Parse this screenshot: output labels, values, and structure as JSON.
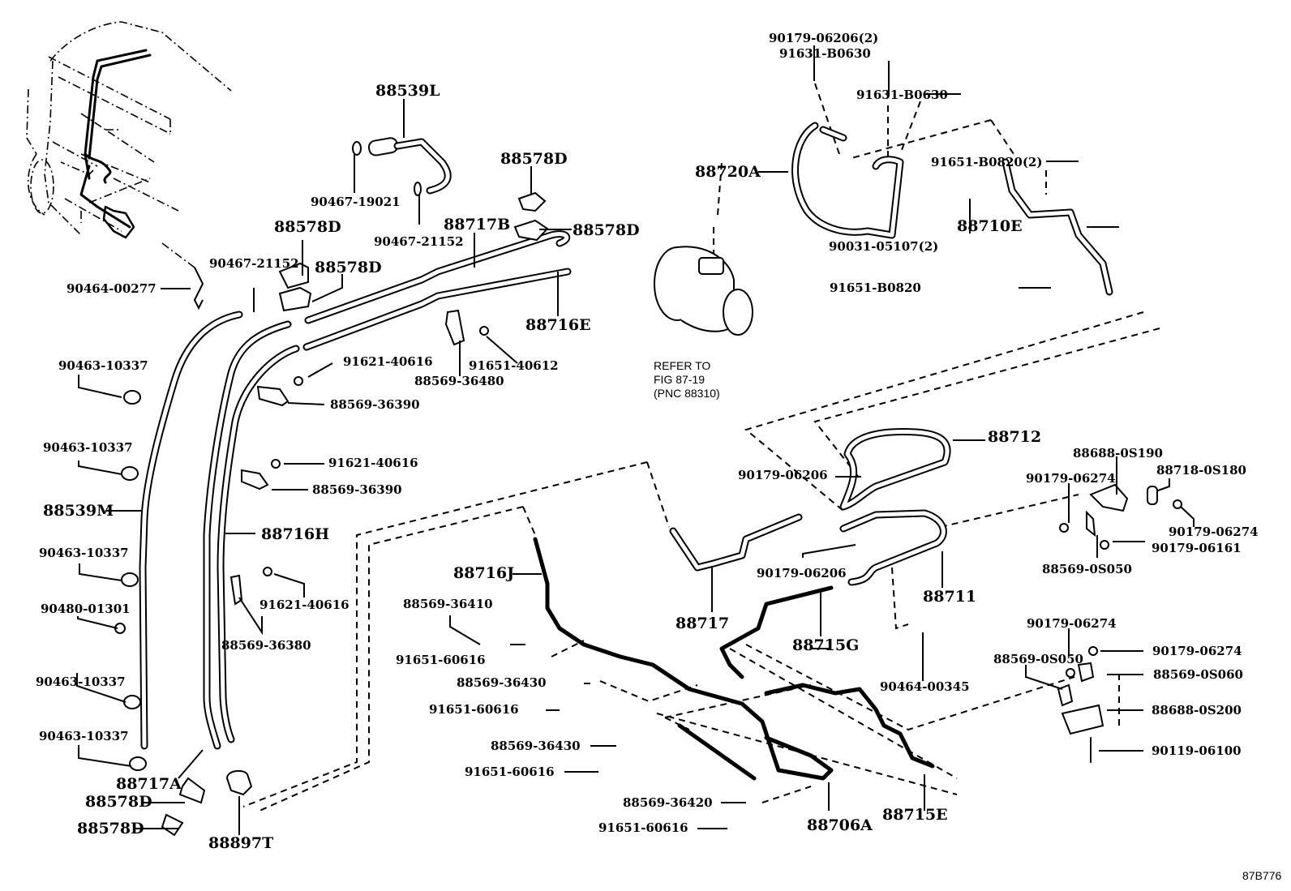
{
  "diagram": {
    "title": "Air conditioner tube & hose parts diagram",
    "figure_id": "87B776",
    "line_color": "#000000",
    "background": "#ffffff",
    "note": {
      "line1": "REFER TO",
      "line2": "FIG 87-19",
      "line3": "(PNC 88310)"
    },
    "labels": {
      "p88539L": "88539L",
      "p90467_19021": "90467-19021",
      "p90467_21152a": "90467-21152",
      "p88578D_a": "88578D",
      "p88717B": "88717B",
      "p88578D_b": "88578D",
      "p88578D_c": "88578D",
      "p90467_21152b": "90467-21152",
      "p88578D_d": "88578D",
      "p90464_00277": "90464-00277",
      "p88716E": "88716E",
      "p90463_10337a": "90463-10337",
      "p91621_40616a": "91621-40616",
      "p91651_40612": "91651-40612",
      "p88569_36480": "88569-36480",
      "p88569_36390a": "88569-36390",
      "p90463_10337b": "90463-10337",
      "p91621_40616b": "91621-40616",
      "p88569_36390b": "88569-36390",
      "p88539M": "88539M",
      "p88716H": "88716H",
      "p90463_10337c": "90463-10337",
      "p90480_01301": "90480-01301",
      "p91621_40616c": "91621-40616",
      "p88569_36380": "88569-36380",
      "p90463_10337d": "90463-10337",
      "p90463_10337e": "90463-10337",
      "p88717A": "88717A",
      "p88578D_e": "88578D",
      "p88578D_f": "88578D",
      "p88897T": "88897T",
      "p88716J": "88716J",
      "p88569_36410": "88569-36410",
      "p91651_60616a": "91651-60616",
      "p88569_36430a": "88569-36430",
      "p91651_60616b": "91651-60616",
      "p88569_36430b": "88569-36430",
      "p91651_60616c": "91651-60616",
      "p88569_36420": "88569-36420",
      "p91651_60616d": "91651-60616",
      "p88706A": "88706A",
      "p88715E": "88715E",
      "p90179_06206_2": "90179-06206(2)",
      "p91631_B0630a": "91631-B0630",
      "p91631_B0630b": "91631-B0630",
      "p88720A": "88720A",
      "p91651_B0820_2": "91651-B0820(2)",
      "p88710E": "88710E",
      "p90031_05107_2": "90031-05107(2)",
      "p91651_B0820": "91651-B0820",
      "p88712": "88712",
      "p90179_06206a": "90179-06206",
      "p90179_06206b": "90179-06206",
      "p88717": "88717",
      "p88711": "88711",
      "p88715G": "88715G",
      "p90464_00345": "90464-00345",
      "p88688_0S190": "88688-0S190",
      "p88718_0S180": "88718-0S180",
      "p90179_06274a": "90179-06274",
      "p90179_06274b": "90179-06274",
      "p90179_06161": "90179-06161",
      "p88569_0S050a": "88569-0S050",
      "p90179_06274c": "90179-06274",
      "p90179_06274d": "90179-06274",
      "p88569_0S050b": "88569-0S050",
      "p88569_0S060": "88569-0S060",
      "p88688_0S200": "88688-0S200",
      "p90119_06100": "90119-06100"
    }
  }
}
